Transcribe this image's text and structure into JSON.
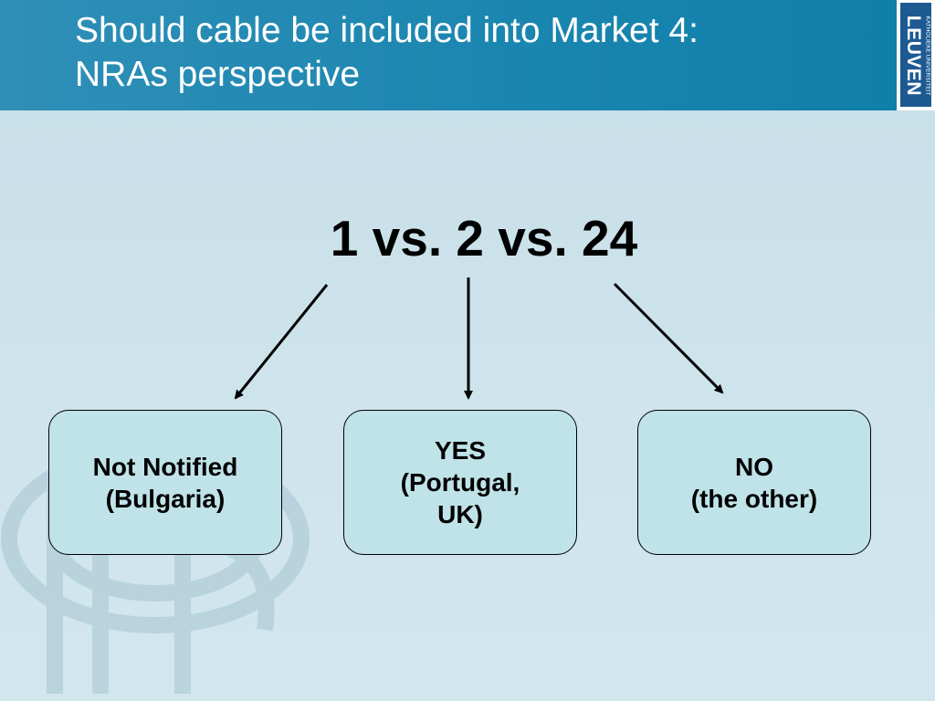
{
  "slide": {
    "title_lines": [
      "Should cable be included into Market 4:",
      "NRAs perspective"
    ],
    "logo": {
      "name": "LEUVEN",
      "subtext": "KATHOLIEKE UNIVERSITEIT"
    },
    "heading": "1 vs. 2 vs. 24",
    "boxes": [
      {
        "lines": [
          "Not Notified",
          "(Bulgaria)"
        ]
      },
      {
        "lines": [
          "YES",
          "(Portugal,",
          "UK)"
        ]
      },
      {
        "lines": [
          "NO",
          "(the other)"
        ]
      }
    ]
  },
  "colors": {
    "header": "#1a86b0",
    "background": "#c9e0ea",
    "box_fill": "#bfe3e8",
    "text_light": "#ffffff",
    "text_dark": "#000000"
  }
}
